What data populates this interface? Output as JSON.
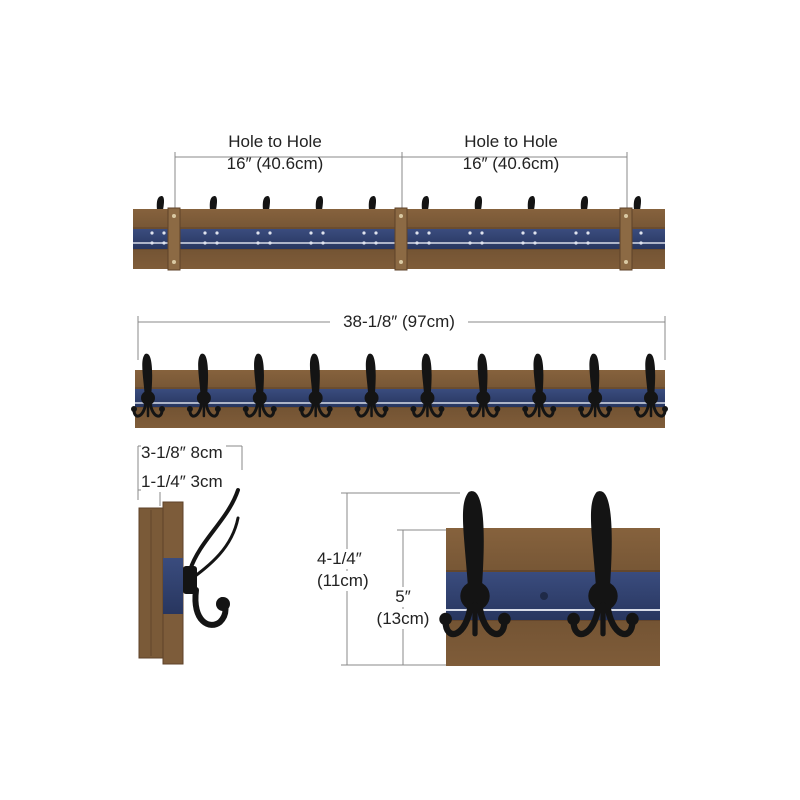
{
  "colors": {
    "wood": "#7a5a38",
    "wood_dark": "#5e4229",
    "navy": "#2f3f6d",
    "hook": "#141414",
    "dim_line": "#888888"
  },
  "top_view": {
    "hole_spacing_left": {
      "line1": "Hole to Hole",
      "line2": "16″ (40.6cm)"
    },
    "hole_spacing_right": {
      "line1": "Hole to Hole",
      "line2": "16″ (40.6cm)"
    },
    "hook_count": 10
  },
  "front_view": {
    "overall_length": "38-1/8″ (97cm)",
    "hook_count": 10
  },
  "side_view": {
    "total_depth": "3-1/8″ 8cm",
    "board_depth": "1-1/4″ 3cm",
    "icon": "hook-side-profile"
  },
  "closeup_view": {
    "lower_hook_height": {
      "line1": "4-1/4″",
      "line2": "(11cm)"
    },
    "upper_hook_height": {
      "line1": "5″",
      "line2": "(13cm)"
    },
    "hook_count": 2
  }
}
